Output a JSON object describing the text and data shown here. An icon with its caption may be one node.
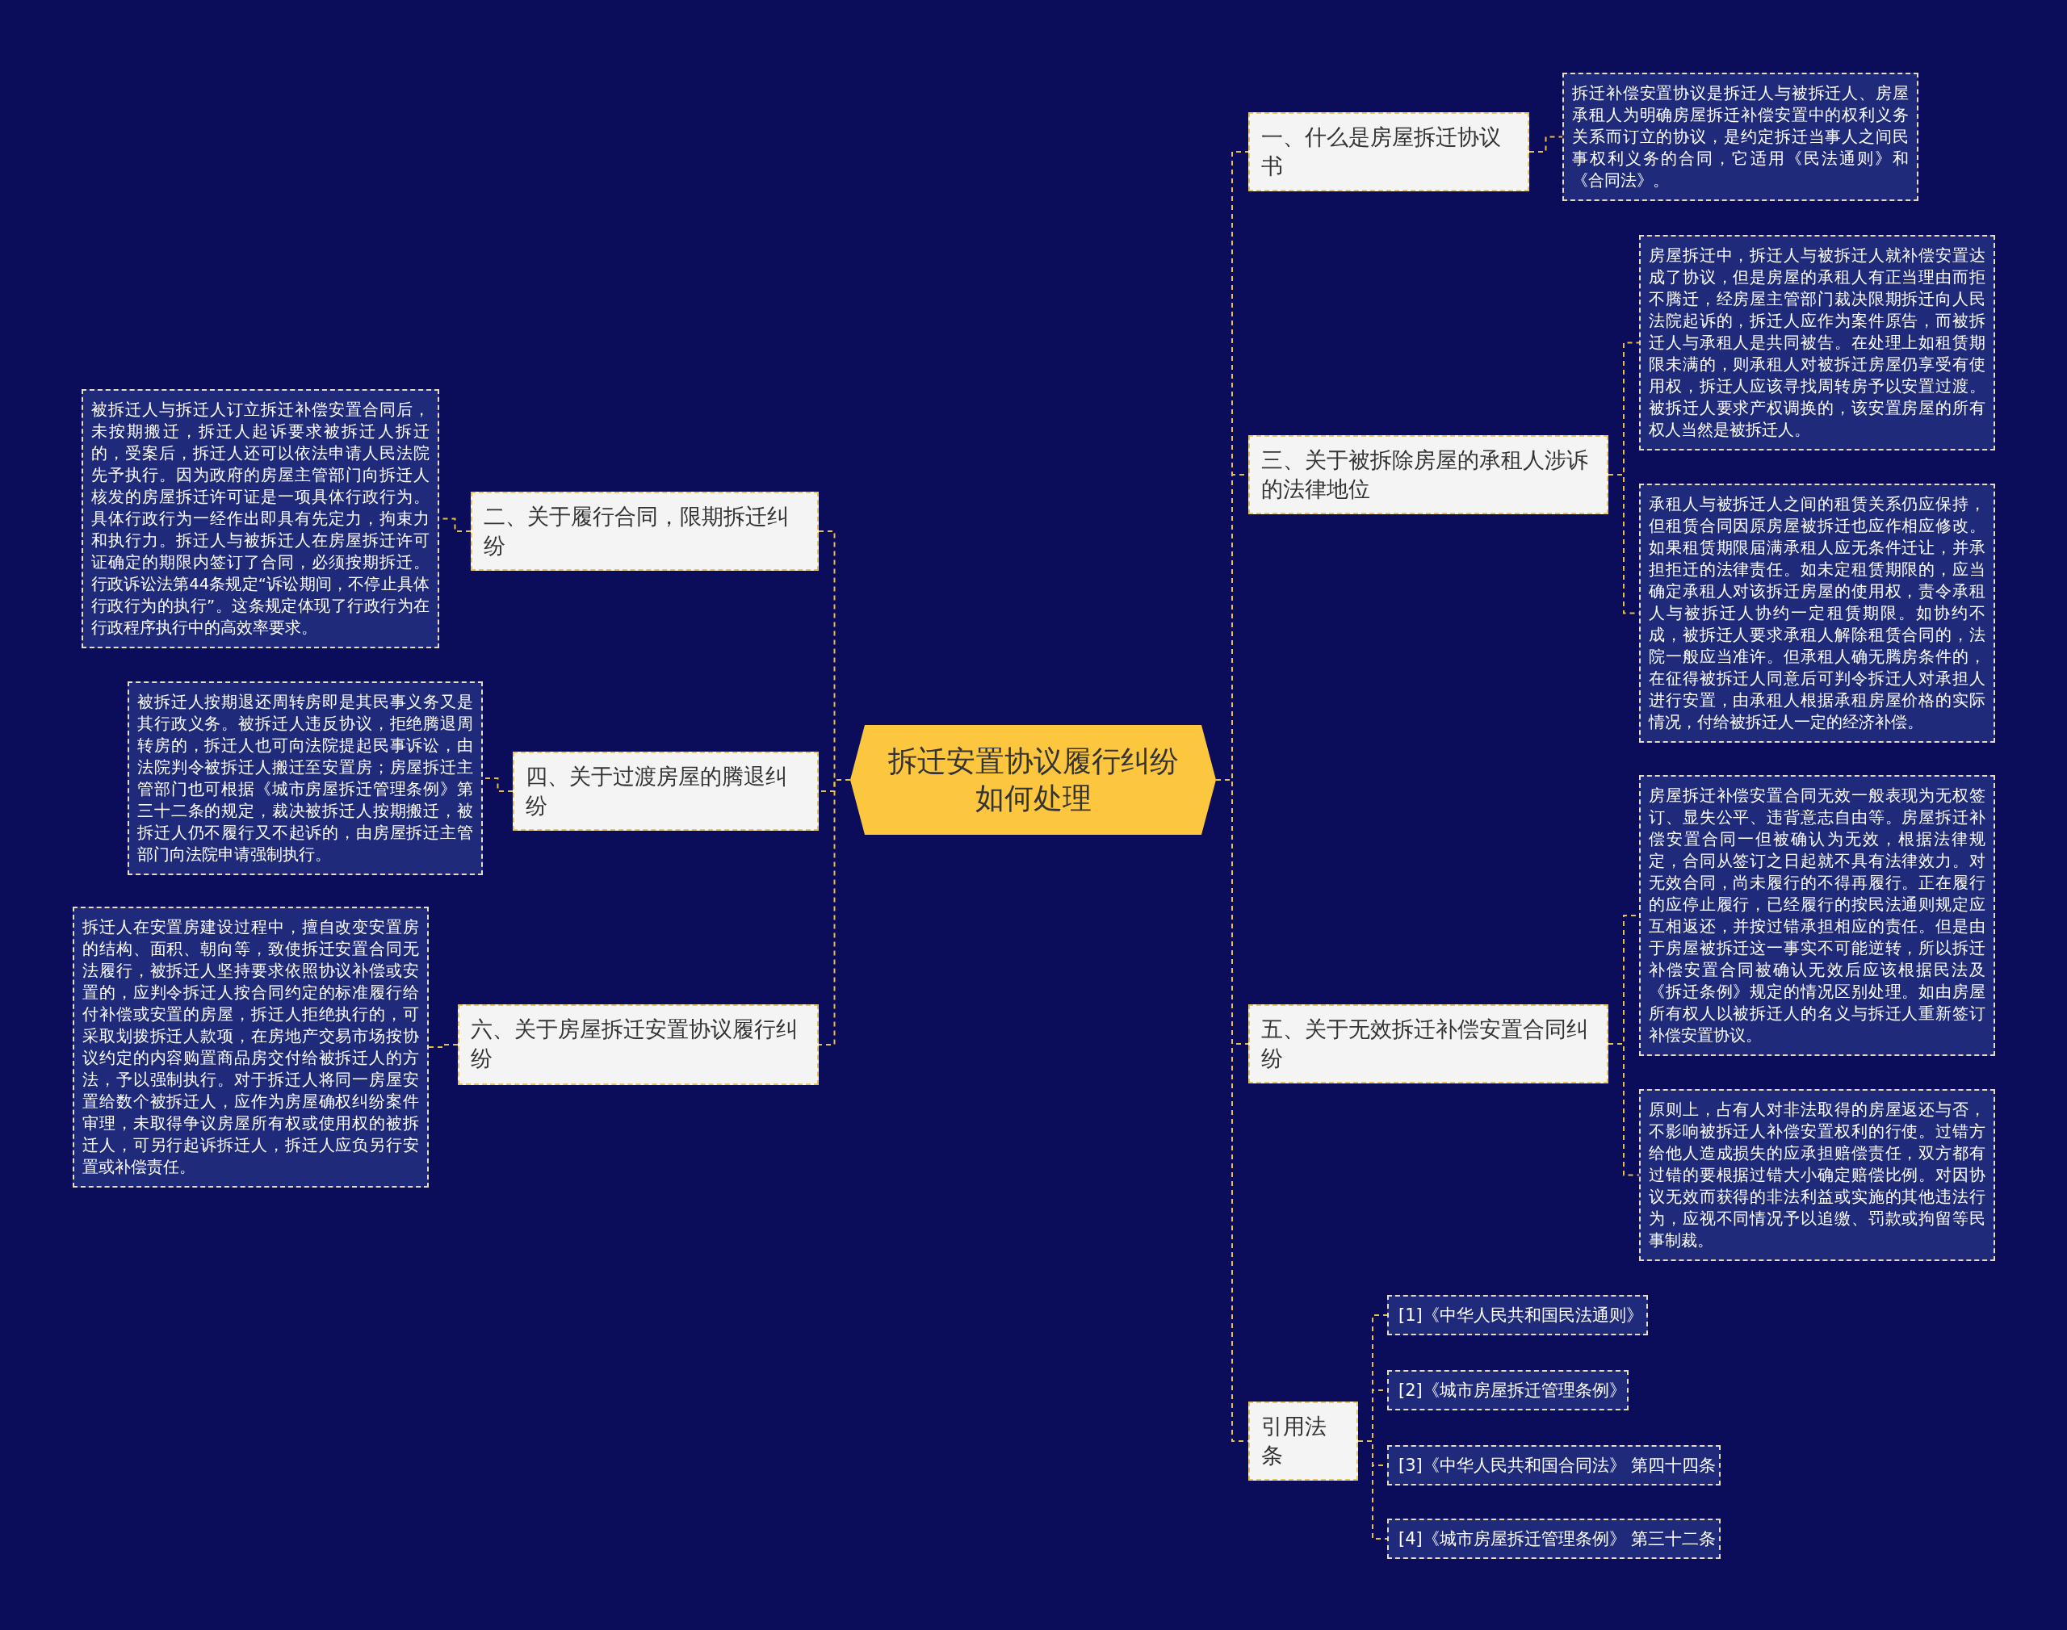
{
  "diagram": {
    "nodes": [
      {
        "text": [
          "拆迁安置协议履行纠纷如何处理"
        ]
      },
      {
        "text": [
          "一、什么是房屋拆迁协议书"
        ]
      },
      {
        "text": [
          "拆迁补偿安置协议是拆迁人与被拆迁人、房屋承租人为明确房屋拆迁补偿安置中的权利义务关系而订立的协议，是约定拆迁当事人之间民事权利义务的合同，它适用《民法通则》和《合同法》。"
        ]
      },
      {
        "text": [
          "三、关于被拆除房屋的承租人涉诉的法律地位"
        ]
      },
      {
        "text": [
          "房屋拆迁中，拆迁人与被拆迁人就补偿安置达成了协议，但是房屋的承租人有正当理由而拒不腾迁，经房屋主管部门裁决限期拆迁向人民法院起诉的，拆迁人应作为案件原告，而被拆迁人与承租人是共同被告。在处理上如租赁期限未满的，则承租人对被拆迁房屋仍享受有使用权，拆迁人应该寻找周转房予以安置过渡。被拆迁人要求产权调换的，该安置房屋的所有权人当然是被拆迁人。"
        ]
      },
      {
        "text": [
          "承租人与被拆迁人之间的租赁关系仍应保持，但租赁合同因原房屋被拆迁也应作相应修改。如果租赁期限届满承租人应无条件迁让，并承担拒迁的法律责任。如未定租赁期限的，应当确定承租人对该拆迁房屋的使用权，责令承租人与被拆迁人协约一定租赁期限。如协约不成，被拆迁人要求承租人解除租赁合同的，法院一般应当准许。但承租人确无腾房条件的，在征得被拆迁人同意后可判令拆迁人对承担人进行安置，由承租人根据承租房屋价格的实际情况，付给被拆迁人一定的经济补偿。"
        ]
      },
      {
        "text": [
          "五、关于无效拆迁补偿安置合同纠纷"
        ]
      },
      {
        "text": [
          "房屋拆迁补偿安置合同无效一般表现为无权签订、显失公平、违背意志自由等。房屋拆迁补偿安置合同一但被确认为无效，根据法律规定，合同从签订之日起就不具有法律效力。对无效合同，尚未履行的不得再履行。正在履行的应停止履行，已经履行的按民法通则规定应互相返还，并按过错承担相应的责任。但是由于房屋被拆迁这一事实不可能逆转，所以拆迁补偿安置合同被确认无效后应该根据民法及《拆迁条例》规定的情况区别处理。如由房屋所有权人以被拆迁人的名义与拆迁人重新签订补偿安置协议。"
        ]
      },
      {
        "text": [
          "原则上，占有人对非法取得的房屋返还与否，不影响被拆迁人补偿安置权利的行使。过错方给他人造成损失的应承担赔偿责任，双方都有过错的要根据过错大小确定赔偿比例。对因协议无效而获得的非法利益或实施的其他违法行为，应视不同情况予以追缴、罚款或拘留等民事制裁。"
        ]
      },
      {
        "text": [
          "引用法条"
        ]
      },
      {
        "text": [
          "[1]《中华人民共和国民法通则》"
        ]
      },
      {
        "text": [
          "[2]《城市房屋拆迁管理条例》"
        ]
      },
      {
        "text": [
          "[3]《中华人民共和国合同法》 第四十四条"
        ]
      },
      {
        "text": [
          "[4]《城市房屋拆迁管理条例》 第三十二条"
        ]
      },
      {
        "text": [
          "二、关于履行合同，限期拆迁纠纷"
        ]
      },
      {
        "text": [
          "被拆迁人与拆迁人订立拆迁补偿安置合同后，未按期搬迁，拆迁人起诉要求被拆迁人拆迁的，受案后，拆迁人还可以依法申请人民法院先予执行。因为政府的房屋主管部门向拆迁人核发的房屋拆迁许可证是一项具体行政行为。具体行政行为一经作出即具有先定力，拘束力和执行力。拆迁人与被拆迁人在房屋拆迁许可证确定的期限内签订了合同，必须按期拆迁。行政诉讼法第44条规定“诉讼期间，不停止具体行政行为的执行”。这条规定体现了行政行为在行政程序执行中的高效率要求。"
        ]
      },
      {
        "text": [
          "四、关于过渡房屋的腾退纠纷"
        ]
      },
      {
        "text": [
          "被拆迁人按期退还周转房即是其民事义务又是其行政义务。被拆迁人违反协议，拒绝腾退周转房的，拆迁人也可向法院提起民事诉讼，由法院判令被拆迁人搬迁至安置房；房屋拆迁主管部门也可根据《城市房屋拆迁管理条例》第三十二条的规定，裁决被拆迁人按期搬迁，被拆迁人仍不履行又不起诉的，由房屋拆迁主管部门向法院申请强制执行。"
        ]
      },
      {
        "text": [
          "六、关于房屋拆迁安置协议履行纠纷"
        ]
      },
      {
        "text": [
          "拆迁人在安置房建设过程中，擅自改变安置房的结构、面积、朝向等，致使拆迁安置合同无法履行，被拆迁人坚持要求依照协议补偿或安置的，应判令拆迁人按合同约定的标准履行给付补偿或安置的房屋，拆迁人拒绝执行的，可采取划拨拆迁人款项，在房地产交易市场按协议约定的内容购置商品房交付给被拆迁人的方法，予以强制执行。对于拆迁人将同一房屋安置给数个被拆迁人，应作为房屋确权纠纷案件审理，未取得争议房屋所有权或使用权的被拆迁人，可另行起诉拆迁人，拆迁人应负另行安置或补偿责任。"
        ]
      }
    ],
    "edges": [
      {
        "from": 0,
        "to": 1,
        "arrow": "none"
      },
      {
        "from": 1,
        "to": 2,
        "arrow": "none"
      },
      {
        "from": 0,
        "to": 3,
        "arrow": "none"
      },
      {
        "from": 3,
        "to": 4,
        "arrow": "none"
      },
      {
        "from": 3,
        "to": 5,
        "arrow": "none"
      },
      {
        "from": 0,
        "to": 6,
        "arrow": "none"
      },
      {
        "from": 6,
        "to": 7,
        "arrow": "none"
      },
      {
        "from": 6,
        "to": 8,
        "arrow": "none"
      },
      {
        "from": 0,
        "to": 9,
        "arrow": "none"
      },
      {
        "from": 9,
        "to": 10,
        "arrow": "none"
      },
      {
        "from": 9,
        "to": 11,
        "arrow": "none"
      },
      {
        "from": 9,
        "to": 12,
        "arrow": "none"
      },
      {
        "from": 9,
        "to": 13,
        "arrow": "none"
      },
      {
        "from": 0,
        "to": 14,
        "arrow": "none"
      },
      {
        "from": 14,
        "to": 15,
        "arrow": "none"
      },
      {
        "from": 0,
        "to": 16,
        "arrow": "none"
      },
      {
        "from": 16,
        "to": 17,
        "arrow": "none"
      },
      {
        "from": 0,
        "to": 18,
        "arrow": "none"
      },
      {
        "from": 18,
        "to": 19,
        "arrow": "none"
      }
    ]
  }
}
